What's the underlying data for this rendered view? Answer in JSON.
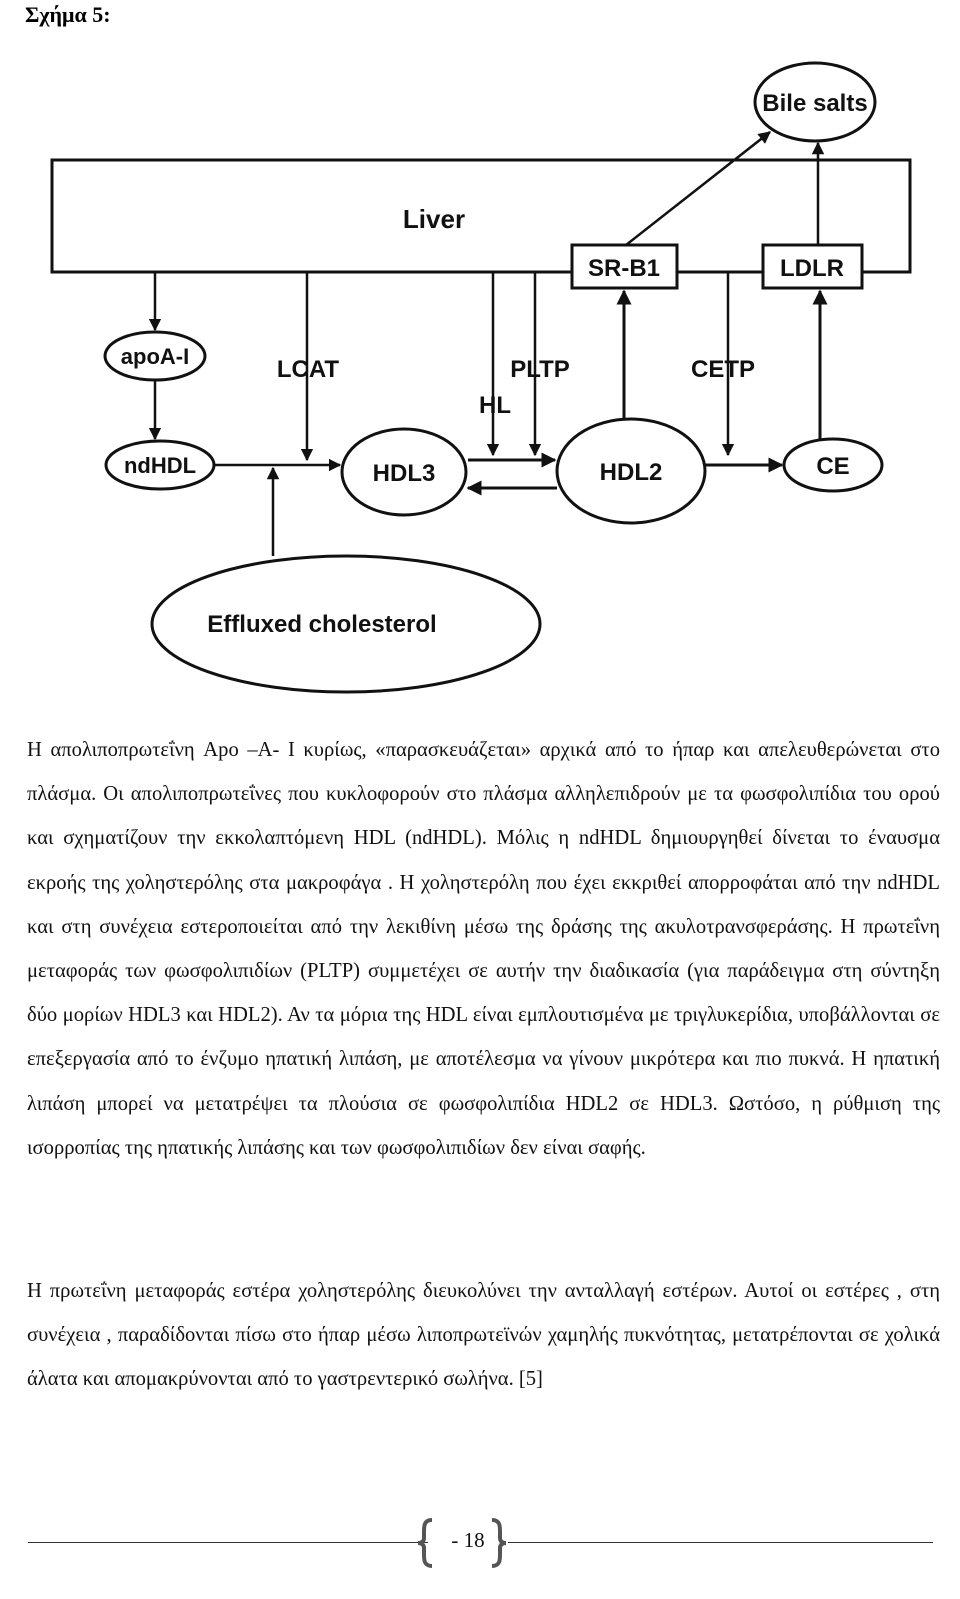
{
  "figure_title": "Σχήμα 5:",
  "diagram": {
    "liver": "Liver",
    "bile_salts": "Bile salts",
    "sr_b1": "SR-B1",
    "ldlr": "LDLR",
    "apoa1": "apoA-I",
    "lcat": "LCAT",
    "pltp": "PLTP",
    "hl": "HL",
    "cetp": "CETP",
    "ndhdl": "ndHDL",
    "hdl3": "HDL3",
    "hdl2": "HDL2",
    "ce": "CE",
    "effluxed": "Effluxed cholesterol"
  },
  "paragraph1": "Η απολιποπρωτεΐνη Apo –A- I κυρίως, «παρασκευάζεται» αρχικά από το ήπαρ και απελευθερώνεται στο πλάσμα. Οι απολιποπρωτεΐνες που κυκλοφορούν στο πλάσμα αλληλεπιδρούν με τα φωσφολιπίδια του ορού και σχηματίζουν την εκκολαπτόμενη HDL (ndHDL). Μόλις η ndHDL δημιουργηθεί δίνεται το έναυσμα εκροής της χοληστερόλης στα μακροφάγα . Η χοληστερόλη που έχει εκκριθεί απορροφάται από την ndHDL και στη συνέχεια εστεροποιείται από την λεκιθίνη μέσω της δράσης της ακυλοτρανσφεράσης. Η πρωτεΐνη μεταφοράς των φωσφολιπιδίων (PLTP) συμμετέχει σε αυτήν την διαδικασία (για παράδειγμα στη σύντηξη δύο μορίων HDL3 και HDL2). Αν τα μόρια της HDL είναι εμπλουτισμένα με τριγλυκερίδια, υποβάλλονται σε επεξεργασία από το ένζυμο ηπατική λιπάση, με αποτέλεσμα να γίνουν μικρότερα και πιο πυκνά. Η ηπατική λιπάση μπορεί να μετατρέψει τα πλούσια σε φωσφολιπίδια HDL2 σε HDL3. Ωστόσο, η ρύθμιση της ισορροπίας της ηπατικής λιπάσης και των φωσφολιπιδίων δεν είναι σαφής.",
  "paragraph2": "Η πρωτεΐνη μεταφοράς εστέρα χοληστερόλης διευκολύνει την ανταλλαγή εστέρων. Αυτοί οι εστέρες , στη συνέχεια , παραδίδονται πίσω στο ήπαρ μέσω λιποπρωτεϊνών χαμηλής πυκνότητας, μετατρέπονται σε χολικά άλατα και απομακρύνονται από το γαστρεντερικό σωλήνα. [5]",
  "page_number": "- 18"
}
